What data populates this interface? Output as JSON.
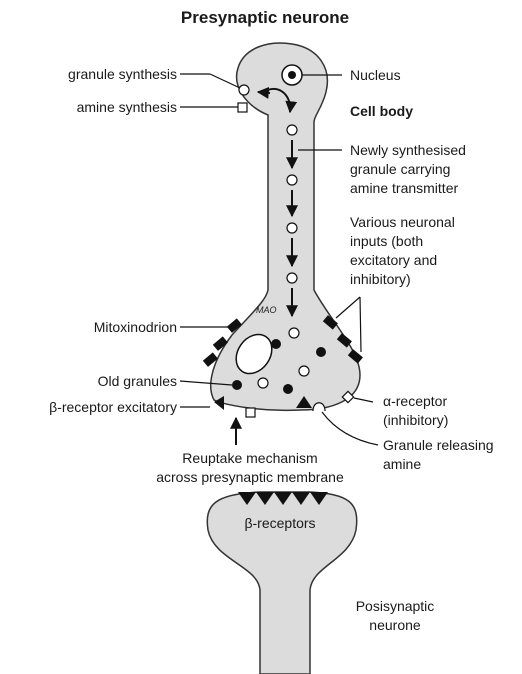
{
  "title": "Presynaptic neurone",
  "labels": {
    "granule_synthesis": "granule synthesis",
    "amine_synthesis": "amine synthesis",
    "nucleus": "Nucleus",
    "cell_body": "Cell body",
    "newly_synthesised": [
      "Newly synthesised",
      "granule carrying",
      "amine transmitter"
    ],
    "various_inputs": [
      "Various neuronal",
      "inputs (both",
      "excitatory and",
      "inhibitory)"
    ],
    "mao": "MAO",
    "mitochondrion": "Mitoxinodrion",
    "old_granules": "Old granules",
    "beta_receptor_excitatory": "β-receptor excitatory",
    "alpha_receptor": [
      "α-receptor",
      "(inhibitory)"
    ],
    "reuptake": [
      "Reuptake mechanism",
      "across presynaptic membrane"
    ],
    "granule_releasing": [
      "Granule releasing",
      "amine"
    ],
    "beta_receptors": "β-receptors",
    "postsynaptic": [
      "Posisynaptic",
      "neurone"
    ]
  },
  "colors": {
    "cell_fill": "#dcdcdc",
    "outline": "#333333",
    "ink": "#111111"
  }
}
